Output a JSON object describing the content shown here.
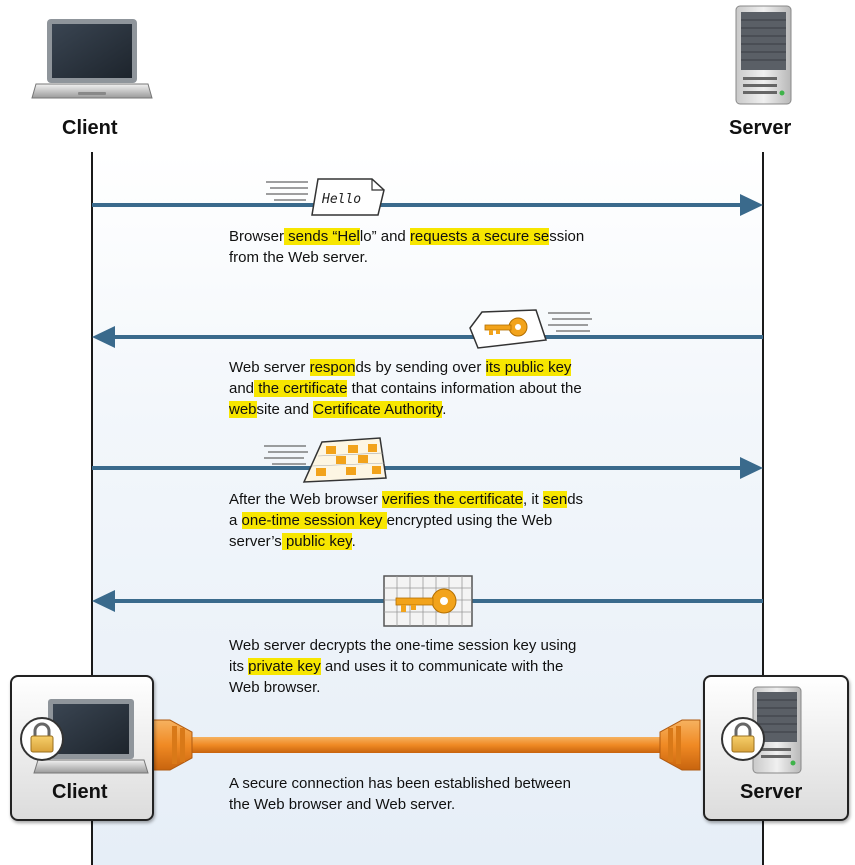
{
  "actors": {
    "client": "Client",
    "server": "Server"
  },
  "hello_label": "Hello",
  "steps": [
    {
      "direction": "client-to-server",
      "segments": [
        {
          "t": "Browser",
          "h": false
        },
        {
          "t": " sends “Hel",
          "h": true
        },
        {
          "t": "lo” and ",
          "h": false
        },
        {
          "t": "requests a secure se",
          "h": true
        },
        {
          "t": "ssion",
          "h": false
        },
        {
          "br": true
        },
        {
          "t": "from the Web server.",
          "h": false
        }
      ]
    },
    {
      "direction": "server-to-client",
      "segments": [
        {
          "t": "Web server ",
          "h": false
        },
        {
          "t": "respon",
          "h": true
        },
        {
          "t": "ds by sending over ",
          "h": false
        },
        {
          "t": "its public key ",
          "h": true
        },
        {
          "br": true
        },
        {
          "t": "and",
          "h": false
        },
        {
          "t": " the certificate",
          "h": true
        },
        {
          "t": " that contains information about the",
          "h": false
        },
        {
          "br": true
        },
        {
          "t": "web",
          "h": true
        },
        {
          "t": "site and ",
          "h": false
        },
        {
          "t": "Certificate Authority",
          "h": true
        },
        {
          "t": ".",
          "h": false
        }
      ]
    },
    {
      "direction": "client-to-server",
      "segments": [
        {
          "t": "After the Web browser ",
          "h": false
        },
        {
          "t": "verifies the certificate",
          "h": true
        },
        {
          "t": ", it ",
          "h": false
        },
        {
          "t": "sen",
          "h": true
        },
        {
          "t": "ds",
          "h": false
        },
        {
          "br": true
        },
        {
          "t": "a ",
          "h": false
        },
        {
          "t": "one-time session key ",
          "h": true
        },
        {
          "t": "encrypted using the Web",
          "h": false
        },
        {
          "br": true
        },
        {
          "t": "server’s",
          "h": false
        },
        {
          "t": " public key",
          "h": true
        },
        {
          "t": ".",
          "h": false
        }
      ]
    },
    {
      "direction": "server-to-client",
      "segments": [
        {
          "t": "Web server decrypts the one-time session key using",
          "h": false
        },
        {
          "br": true
        },
        {
          "t": "its ",
          "h": false
        },
        {
          "t": "private key",
          "h": true
        },
        {
          "t": " and uses it to communicate with the",
          "h": false
        },
        {
          "br": true
        },
        {
          "t": "Web browser.",
          "h": false
        }
      ]
    }
  ],
  "final_text": {
    "line1": "A secure connection has been established between",
    "line2": "the Web browser and Web server."
  },
  "icons": {
    "client": "laptop-icon",
    "server": "server-tower-icon",
    "hello": "hello-document-icon",
    "public_key": "key-envelope-icon",
    "certificate": "certificate-icon",
    "session_key": "encrypted-key-icon",
    "lock": "padlock-icon",
    "cable": "secure-cable-icon"
  },
  "colors": {
    "arrow": "#3a6a8c",
    "highlight": "#f7e600",
    "key": "#f2a31b",
    "cable": "#f08a24"
  }
}
